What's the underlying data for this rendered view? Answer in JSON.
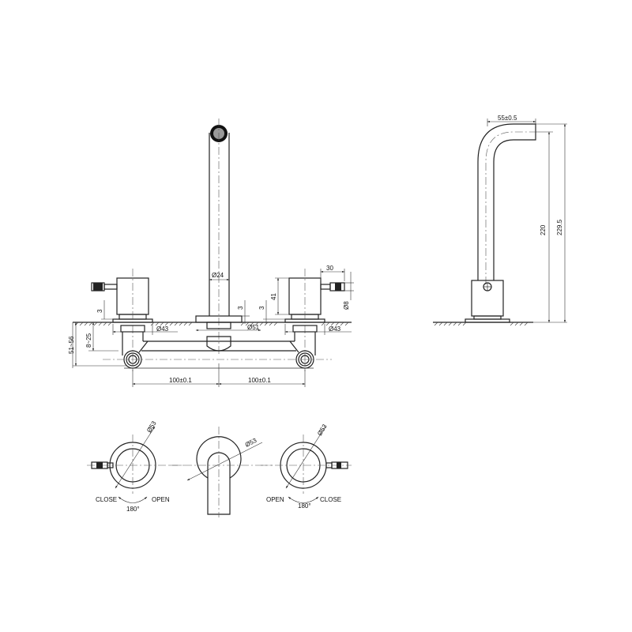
{
  "drawing": {
    "front_view": {
      "spout_diameter": "Ø24",
      "spout_flange_diameter": "Ø51",
      "spout_flange_height": "3",
      "handle_flange_height_left": "3",
      "handle_flange_height_right": "3",
      "handle_base_diameter_left": "Ø43",
      "handle_base_diameter_right": "Ø43",
      "handle_body_height": "41",
      "lever_length": "30",
      "lever_diameter": "Ø8",
      "wall_depth_range": "8~25",
      "total_depth_range": "51~56",
      "spacing_left": "100±0.1",
      "spacing_right": "100±0.1"
    },
    "side_view": {
      "spout_reach": "55±0.5",
      "outlet_height": "220",
      "total_height": "229.5"
    },
    "plan_view": {
      "left_handle": {
        "diameter": "Ø53",
        "label_close": "CLOSE",
        "label_open": "OPEN",
        "rotation": "180°"
      },
      "spout_plate": {
        "diameter": "Ø53"
      },
      "right_handle": {
        "diameter": "Ø53",
        "label_open": "OPEN",
        "label_close": "CLOSE",
        "rotation": "180°"
      }
    }
  }
}
